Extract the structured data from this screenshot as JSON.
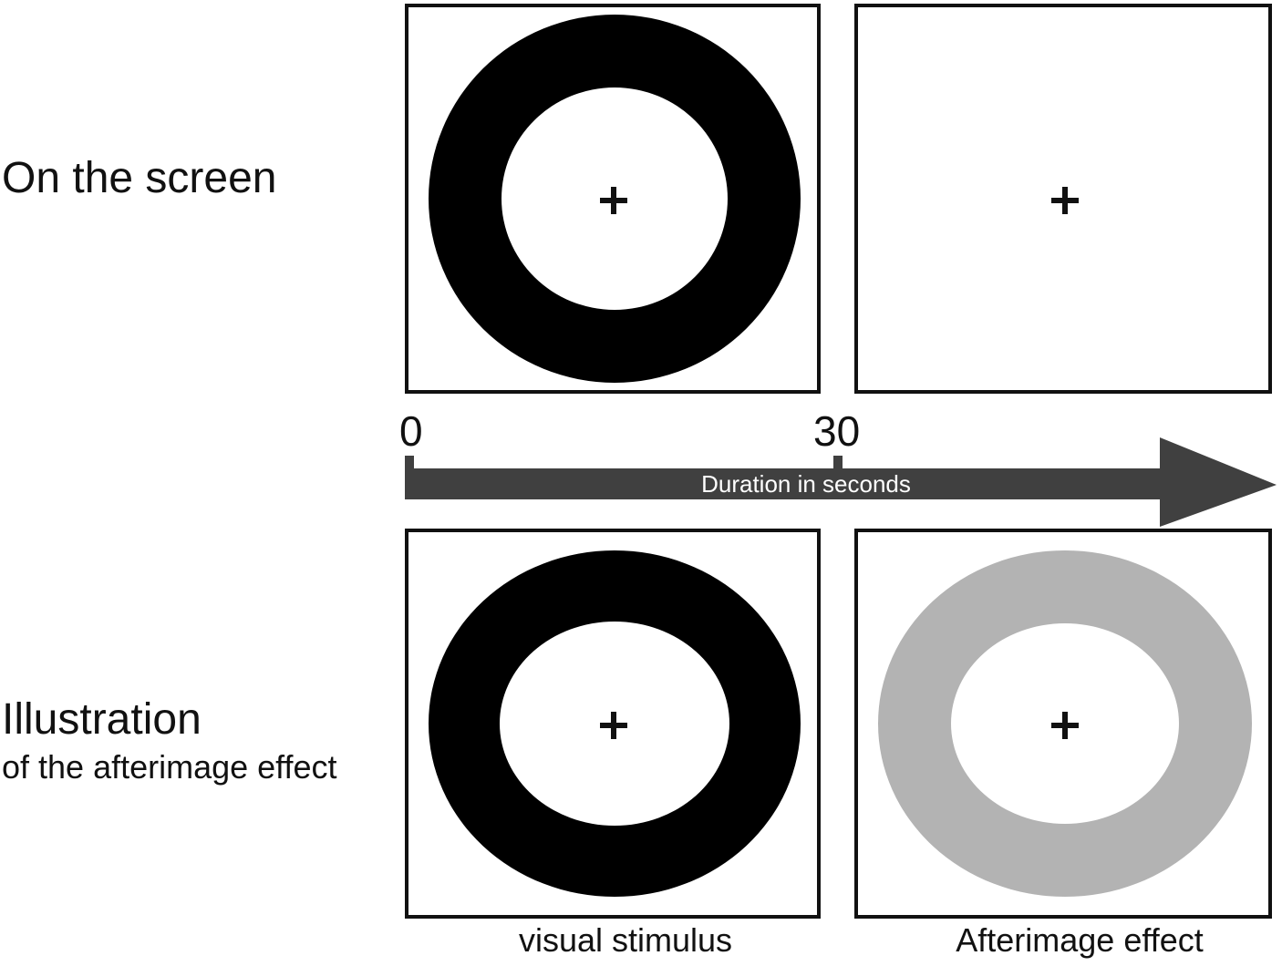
{
  "rows": {
    "top_label": "On the screen",
    "bottom_label_main": "Illustration",
    "bottom_label_sub": "of the afterimage effect"
  },
  "timeline": {
    "start_tick": "0",
    "mid_tick": "30",
    "axis_label": "Duration in seconds",
    "arrow_color": "#404040"
  },
  "captions": {
    "left": "visual stimulus",
    "right": "Afterimage effect"
  },
  "colors": {
    "stimulus_ring": "#000000",
    "afterimage_ring": "#b3b3b3",
    "panel_border": "#111111"
  }
}
